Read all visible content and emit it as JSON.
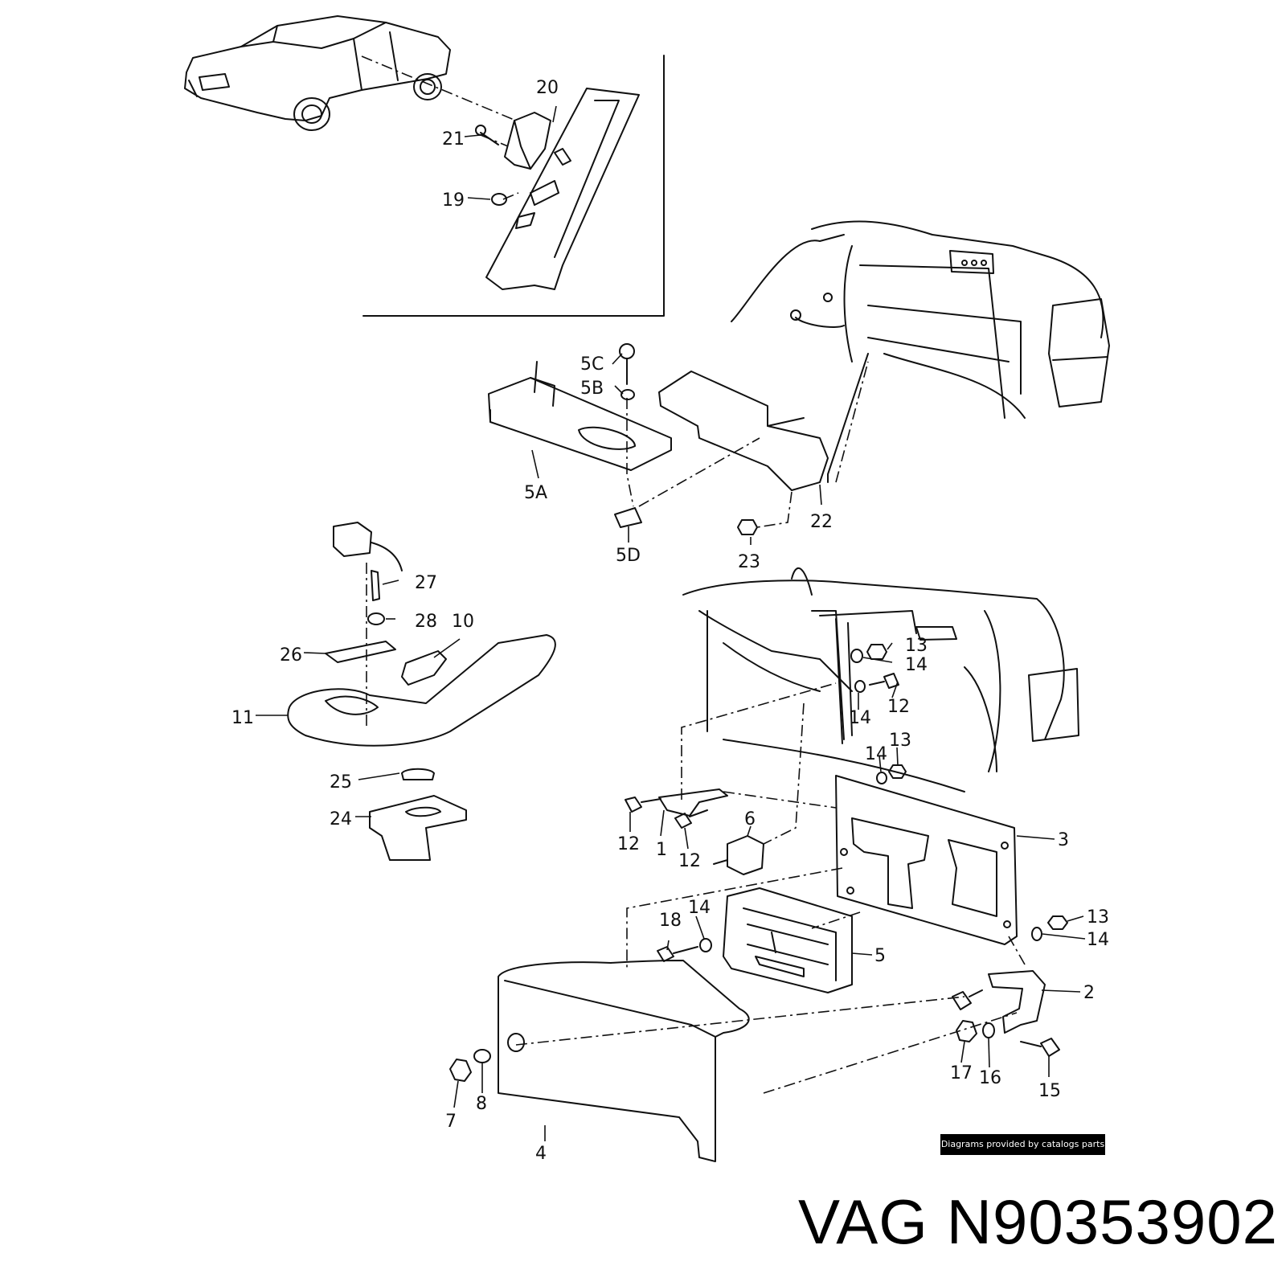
{
  "diagram": {
    "labels": [
      "20",
      "21",
      "19",
      "5C",
      "5B",
      "5A",
      "5D",
      "22",
      "23",
      "27",
      "28",
      "10",
      "26",
      "11",
      "25",
      "24",
      "13",
      "14",
      "12",
      "14",
      "12",
      "14",
      "13",
      "12",
      "1",
      "12",
      "6",
      "3",
      "18",
      "14",
      "5",
      "13",
      "14",
      "2",
      "17",
      "16",
      "15",
      "7",
      "8",
      "4"
    ]
  },
  "footer": {
    "credit": "Diagrams provided by catalogs parts",
    "part_number": "VAG N90353902"
  }
}
